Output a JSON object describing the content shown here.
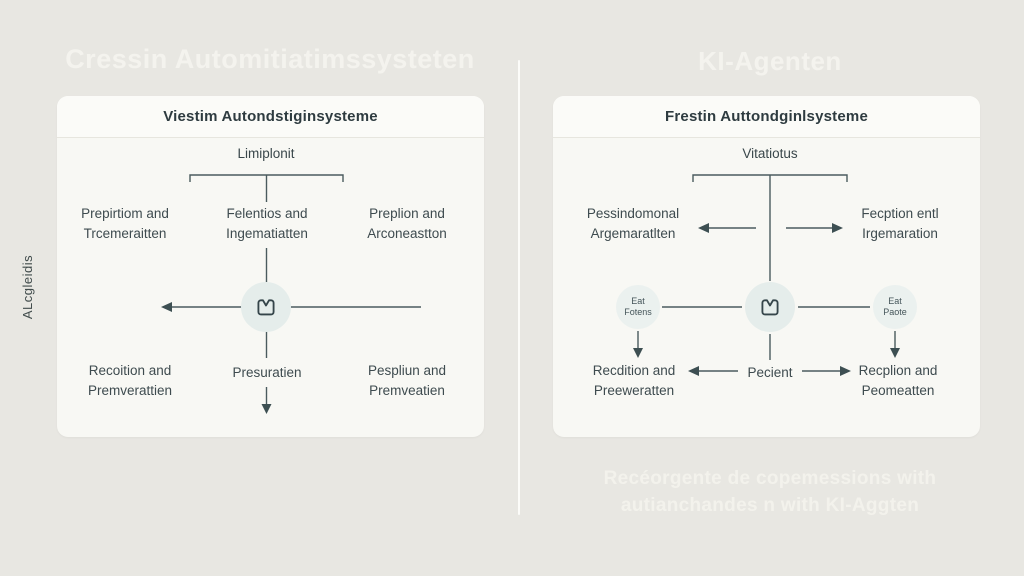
{
  "header": {
    "left_title": "Cressin Automitiatimssysteten",
    "right_title": "KI-Agenten"
  },
  "side_label": "ALcgleidis",
  "left_panel": {
    "title": "Viestim Autondstiginsysteme",
    "top_label": "Limiplonit",
    "top_row": [
      {
        "line1": "Prepirtiom and",
        "line2": "Trcemeraitten"
      },
      {
        "line1": "Felentios and",
        "line2": "Ingematiatten"
      },
      {
        "line1": "Preplion and",
        "line2": "Arconeastton"
      }
    ],
    "center_icon": "envelope-icon",
    "bottom_row": [
      {
        "line1": "Recoition and",
        "line2": "Premverattien"
      },
      {
        "line1": "Presuratien",
        "line2": ""
      },
      {
        "line1": "Pespliun and",
        "line2": "Premveatien"
      }
    ]
  },
  "right_panel": {
    "title": "Frestin Auttondginlsysteme",
    "top_label": "Vitatiotus",
    "top_row": [
      {
        "line1": "Pessindomonal",
        "line2": "Argemaratlten"
      },
      {
        "line1": "Fecption entl",
        "line2": "Irgemaration"
      }
    ],
    "left_node": {
      "line1": "Eat",
      "line2": "Fotens"
    },
    "right_node": {
      "line1": "Eat",
      "line2": "Paote"
    },
    "center_icon": "envelope-icon",
    "bottom_row": [
      {
        "line1": "Recdition and",
        "line2": "Preeweratten"
      },
      {
        "line1": "Pecient",
        "line2": ""
      },
      {
        "line1": "Recplion and",
        "line2": "Peomeatten"
      }
    ]
  },
  "caption": {
    "line1": "Recéorgente de copemessions with",
    "line2": "autianchandes n with KI-Aggten"
  },
  "colors": {
    "background": "#e8e7e2",
    "panel": "#f8f8f4",
    "line": "#4a5b5e",
    "dark_text": "#3e4b4f",
    "light_text": "#f3f2ec",
    "node_fill": "#e5edeb"
  }
}
